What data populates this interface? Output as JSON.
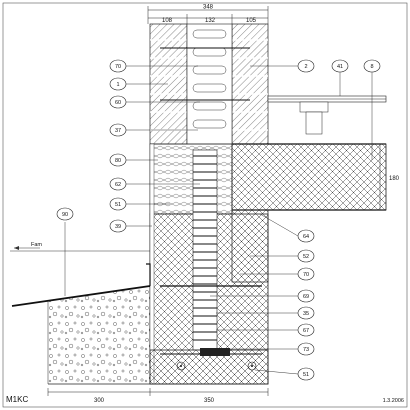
{
  "drawing": {
    "code": "M1KC",
    "date": "1.3.2006",
    "top_dims": {
      "total": "348",
      "left": "108",
      "mid": "132",
      "right": "105"
    },
    "bottom_dims": {
      "left": "300",
      "right": "350"
    },
    "right_dim": "180",
    "ground_label": "Fam"
  },
  "callouts_left": [
    "70",
    "1",
    "60",
    "37",
    "80",
    "62",
    "51",
    "39",
    "90"
  ],
  "callouts_right": [
    "2",
    "41",
    "8",
    "64",
    "52",
    "70",
    "69",
    "35",
    "67",
    "73",
    "51"
  ]
}
